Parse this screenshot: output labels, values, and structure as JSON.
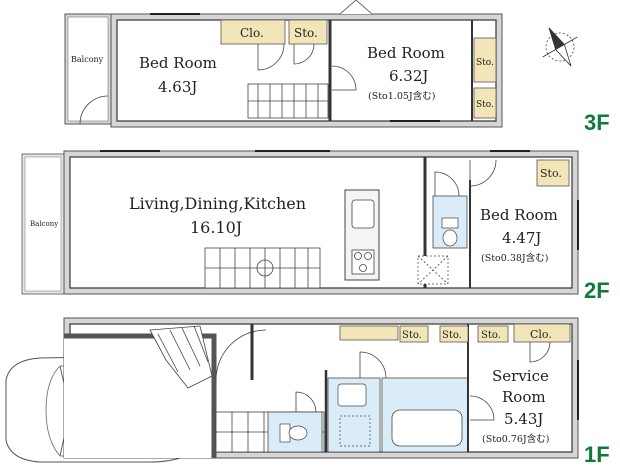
{
  "floors": {
    "f3": "3F",
    "f2": "2F",
    "f1": "1F"
  },
  "rooms": {
    "bed3a": {
      "name": "Bed Room",
      "size": "4.63J"
    },
    "bed3b": {
      "name": "Bed Room",
      "size": "6.32J",
      "note": "(Sto1.05J含む)"
    },
    "ldk": {
      "name": "Living,Dining,Kitchen",
      "size": "16.10J"
    },
    "bed2": {
      "name": "Bed Room",
      "size": "4.47J",
      "note": "(Sto0.38J含む)"
    },
    "service_l1": "Service",
    "service_l2": "Room",
    "service_size": "5.43J",
    "service_note": "(Sto0.76J含む)"
  },
  "labels": {
    "balcony3": "Balcony",
    "balcony2": "Balcony",
    "clo3": "Clo.",
    "sto3a": "Sto.",
    "sto3b": "Sto.",
    "sto3c": "Sto.",
    "sto2": "Sto.",
    "sto1a": "Sto.",
    "sto1b": "Sto.",
    "sto1c": "Sto.",
    "clo1": "Clo."
  },
  "colors": {
    "floor_label": "#0f7a3a",
    "storage_fill": "#f2e6b8",
    "wet_fill": "#d9ecf8"
  },
  "icons": [
    "compass-icon",
    "car-icon",
    "stairs-icon",
    "door-swing-icon",
    "toilet-icon",
    "bathtub-icon",
    "sink-icon",
    "stove-icon"
  ]
}
